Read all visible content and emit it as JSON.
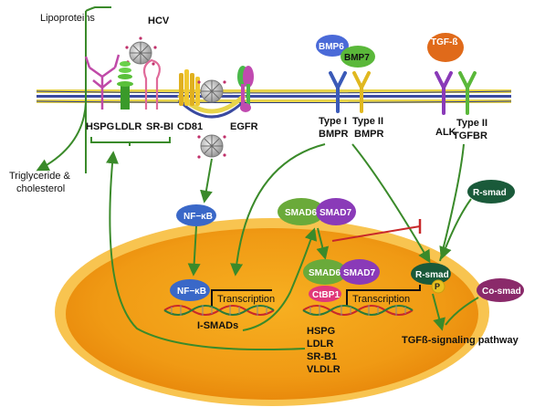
{
  "labels": {
    "lipoproteins": "Lipoproteins",
    "hcv": "HCV",
    "triglyceride_line1": "Triglyceride &",
    "triglyceride_line2": "cholesterol",
    "hspg": "HSPG",
    "ldlr": "LDLR",
    "srbi": "SR-BI",
    "cd81": "CD81",
    "egfr": "EGFR",
    "bmp6": "BMP6",
    "bmp7": "BMP7",
    "tgfb": "TGF-ß",
    "type1": "Type I",
    "bmpr1": "BMPR",
    "type2": "Type II",
    "bmpr2": "BMPR",
    "alk": "ALK",
    "type2b": "Type II",
    "tgfbr": "TGFBR",
    "rsmad_top": "R-smad",
    "rsmad_mid": "R-smad",
    "p": "P",
    "cosmad": "Co-smad",
    "tgfb_pathway": "TGFß-signaling pathway",
    "nfkb_top": "NF−κB",
    "nfkb_nucleus": "NF−κB",
    "transcription_left": "Transcription",
    "transcription_right": "Transcription",
    "ismads": "I-SMADs",
    "smad6_top": "SMAD6",
    "smad7_top": "SMAD7",
    "smad6_nucleus": "SMAD6",
    "smad7_nucleus": "SMAD7",
    "ctbp1": "CtBP1",
    "genes": [
      "HSPG",
      "LDLR",
      "SR-B1",
      "VLDLR"
    ]
  },
  "colors": {
    "membrane": "#3a4aa0",
    "membrane_dots": "#e8d44a",
    "nucleus_outer": "#f5a81c",
    "nucleus_inner": "#d88a12",
    "arrow_green": "#3a8a2a",
    "inhibit_red": "#c8282a",
    "bmp6": "#4a6ad8",
    "bmp7": "#5ab83a",
    "tgfb": "#e06a1a",
    "smad6": "#6aaa3a",
    "smad7": "#8a3ab8",
    "rsmad": "#1a5a3a",
    "cosmad": "#8a2a6a",
    "nfkb": "#3a68c8",
    "ctbp1": "#e0387a"
  }
}
